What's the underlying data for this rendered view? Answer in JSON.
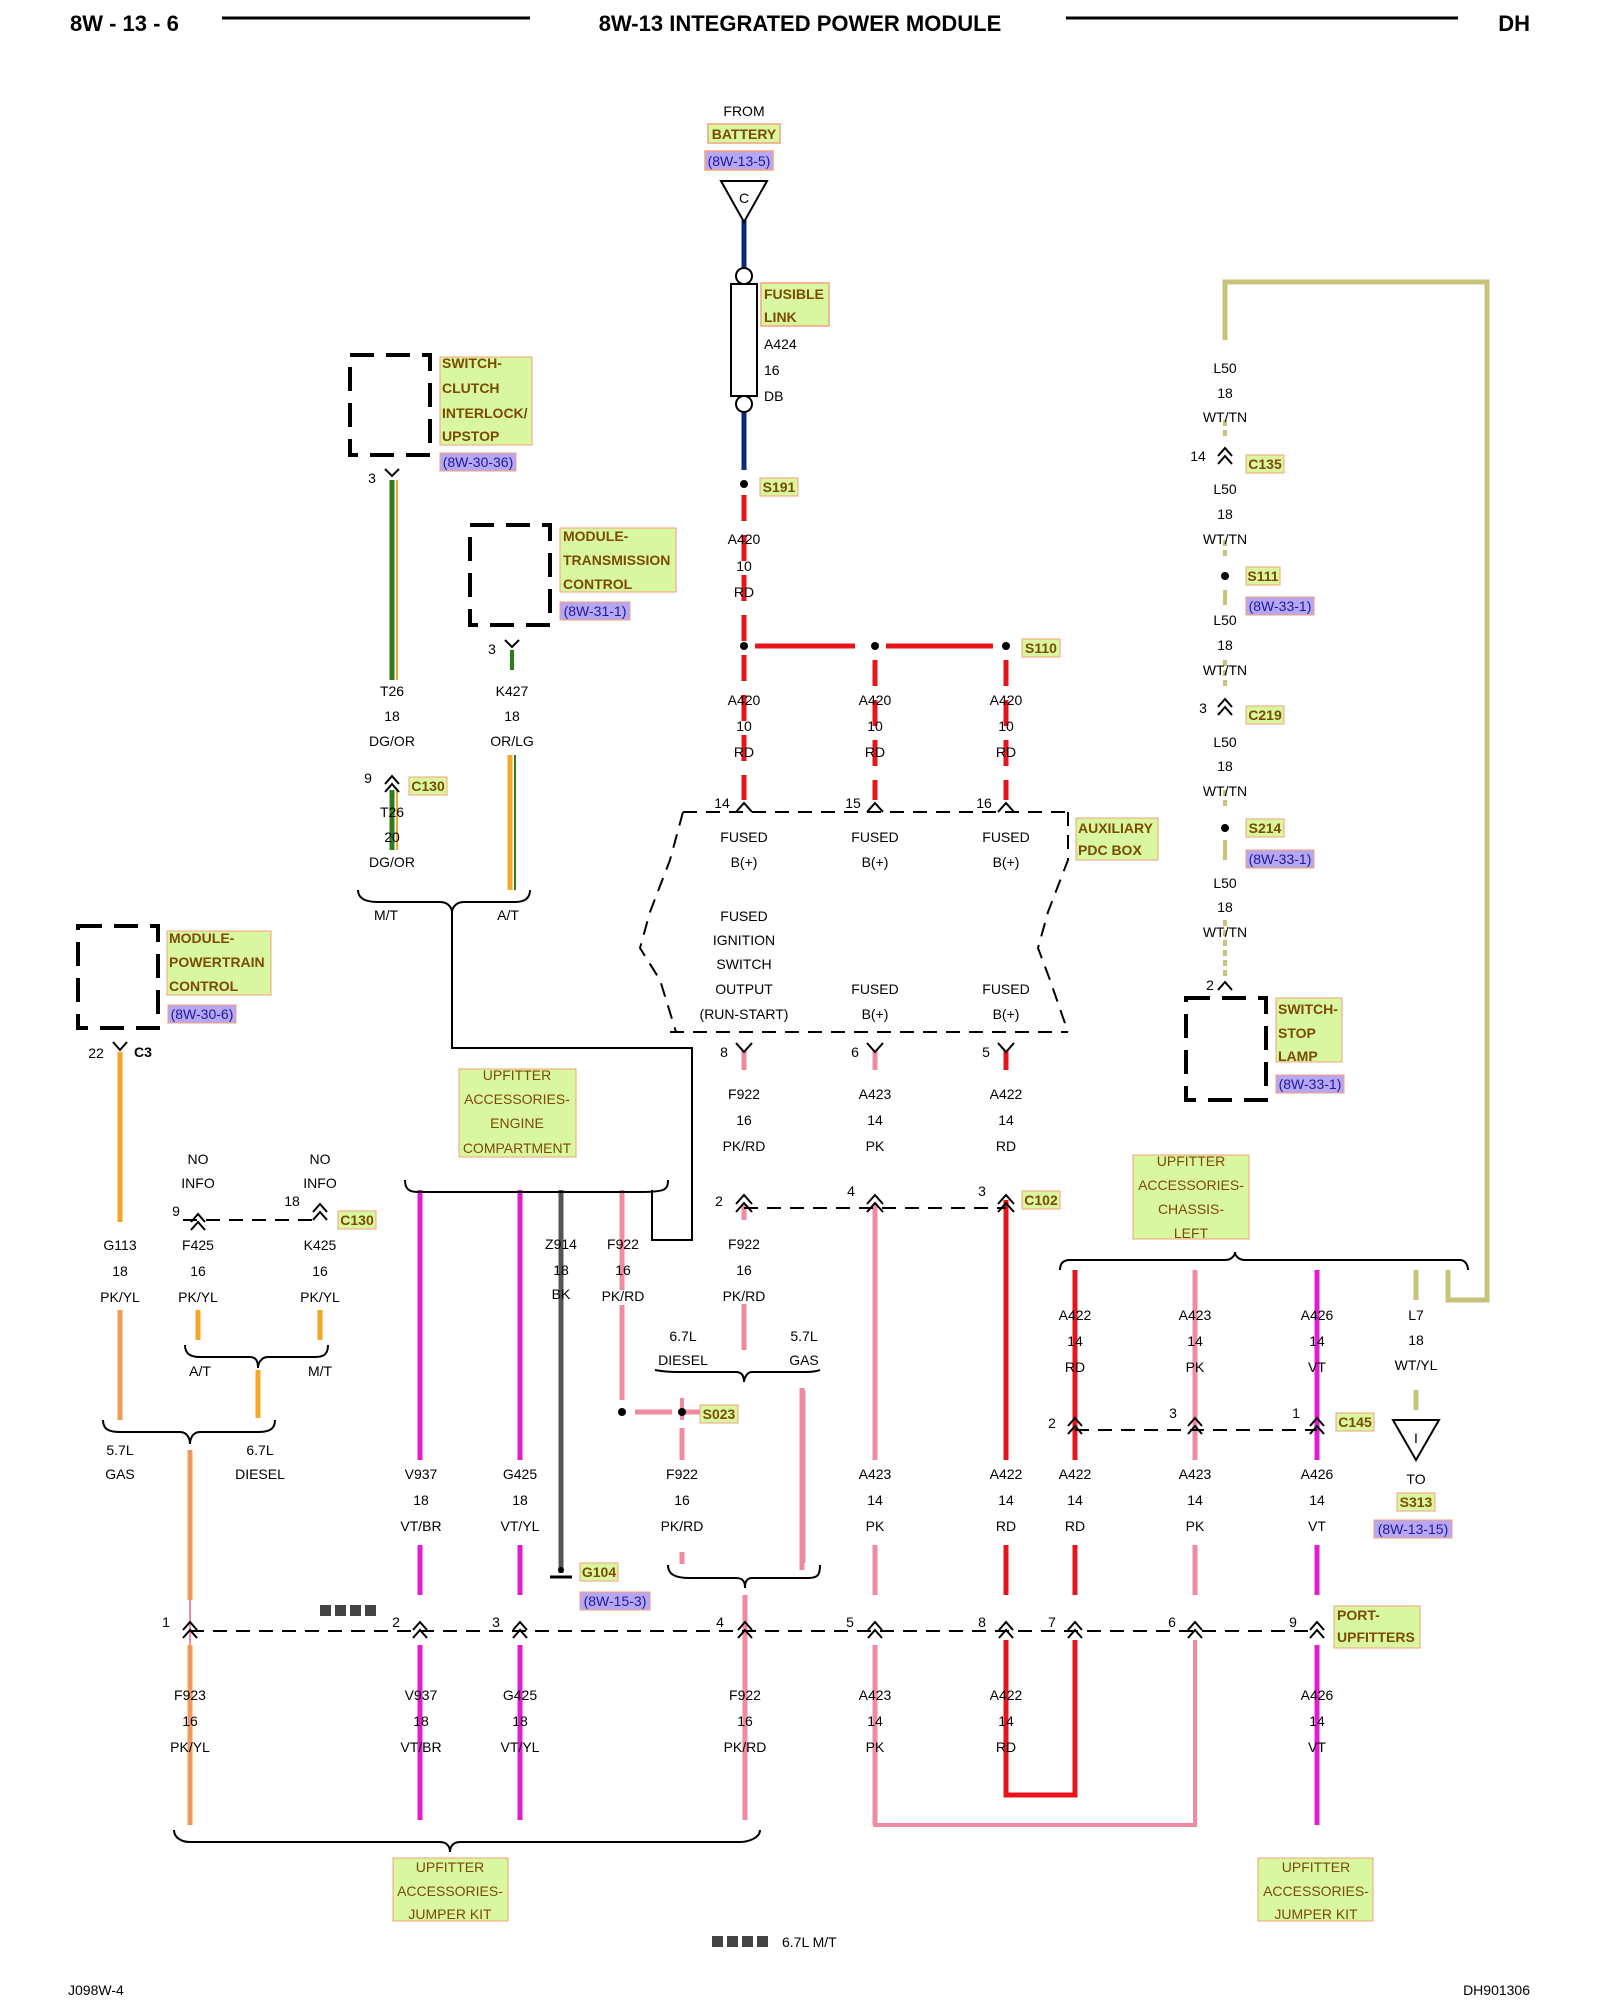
{
  "header": {
    "left": "8W - 13 - 6",
    "center": "8W-13 INTEGRATED POWER MODULE",
    "right": "DH"
  },
  "footer": {
    "left": "J098W-4",
    "right": "DH901306",
    "note_legend": "6.7L M/T"
  },
  "colors": {
    "red": "#e8141c",
    "pink": "#f08aa0",
    "violet": "#e01ed0",
    "navy": "#0a2a78",
    "green": "#2e7d1e",
    "black": "#000000",
    "label_fill": "#d9f7a0",
    "label_border": "#f2a27a",
    "ref_fill": "#b7a6f2"
  },
  "source": {
    "from": "FROM",
    "battery": "BATTERY",
    "ref": "(8W-13-5)",
    "conn": "C"
  },
  "fusible": {
    "name": [
      "FUSIBLE",
      "LINK"
    ],
    "circuit": "A424",
    "gauge": "16",
    "color": "DB"
  },
  "splices": {
    "s191": "S191",
    "s110": "S110",
    "s111": "S111",
    "s214": "S214",
    "s023": "S023",
    "s313": "S313"
  },
  "a420": {
    "circuit": "A420",
    "gauge": "10",
    "color": "RD"
  },
  "pdc": {
    "name": [
      "AUXILIARY",
      "PDC BOX"
    ],
    "pins_top": [
      "14",
      "15",
      "16"
    ],
    "fused": "FUSED",
    "bplus": "B(+)",
    "ign": [
      "FUSED",
      "IGNITION",
      "SWITCH",
      "OUTPUT",
      "(RUN-START)"
    ],
    "pins_bot": [
      "8",
      "6",
      "5"
    ]
  },
  "modules": {
    "clutch": {
      "name": [
        "SWITCH-",
        "CLUTCH",
        "INTERLOCK/",
        "UPSTOP"
      ],
      "ref": "(8W-30-36)",
      "pin": "3"
    },
    "tcm": {
      "name": [
        "MODULE-",
        "TRANSMISSION",
        "CONTROL"
      ],
      "ref": "(8W-31-1)",
      "pin": "3"
    },
    "pcm": {
      "name": [
        "MODULE-",
        "POWERTRAIN",
        "CONTROL"
      ],
      "ref": "(8W-30-6)",
      "pin": "22",
      "conn": "C3"
    },
    "stop": {
      "name": [
        "SWITCH-",
        "STOP",
        "LAMP"
      ],
      "ref": "(8W-33-1)",
      "pin": "2"
    }
  },
  "left_wires": {
    "t26a": {
      "circuit": "T26",
      "gauge": "18",
      "color": "DG/OR"
    },
    "c130_pin": "9",
    "c130": "C130",
    "t26b": {
      "circuit": "T26",
      "gauge": "20",
      "color": "DG/OR"
    },
    "k427": {
      "circuit": "K427",
      "gauge": "18",
      "color": "OR/LG"
    },
    "mt": "M/T",
    "at": "A/T",
    "g113": {
      "circuit": "G113",
      "gauge": "18",
      "color": "PK/YL"
    },
    "f425": {
      "circuit": "F425",
      "gauge": "16",
      "color": "PK/YL"
    },
    "k425": {
      "circuit": "K425",
      "gauge": "16",
      "color": "PK/YL"
    },
    "noinfo": [
      "NO",
      "INFO"
    ],
    "pin9": "9",
    "pin18": "18",
    "at2": "A/T",
    "mt2": "M/T",
    "gas57": [
      "5.7L",
      "GAS"
    ],
    "diesel67": [
      "6.7L",
      "DIESEL"
    ]
  },
  "upfitter_engine": [
    "UPFITTER",
    "ACCESSORIES-",
    "ENGINE",
    "COMPARTMENT"
  ],
  "upfitter_chassis": [
    "UPFITTER",
    "ACCESSORIES-",
    "CHASSIS-",
    "LEFT"
  ],
  "upfitter_jumper": [
    "UPFITTER",
    "ACCESSORIES-",
    "JUMPER KIT"
  ],
  "mid_wires": {
    "f922": {
      "circuit": "F922",
      "gauge": "16",
      "color": "PK/RD"
    },
    "a423": {
      "circuit": "A423",
      "gauge": "14",
      "color": "PK"
    },
    "a422": {
      "circuit": "A422",
      "gauge": "14",
      "color": "RD"
    },
    "c102": "C102",
    "c102_pins": [
      "2",
      "4",
      "3"
    ],
    "z914": {
      "circuit": "Z914",
      "gauge": "18",
      "color": "BK"
    },
    "diesel67": [
      "6.7L",
      "DIESEL"
    ],
    "gas57": [
      "5.7L",
      "GAS"
    ],
    "g104": "G104",
    "g104_ref": "(8W-15-3)",
    "v937": {
      "circuit": "V937",
      "gauge": "18",
      "color": "VT/BR"
    },
    "g425": {
      "circuit": "G425",
      "gauge": "18",
      "color": "VT/YL"
    },
    "f923": {
      "circuit": "F923",
      "gauge": "16",
      "color": "PK/YL"
    },
    "a426": {
      "circuit": "A426",
      "gauge": "14",
      "color": "VT"
    }
  },
  "right_wires": {
    "l50": {
      "circuit": "L50",
      "gauge": "18",
      "color": "WT/TN"
    },
    "c135": "C135",
    "c135_pin": "14",
    "c219": "C219",
    "c219_pin": "3",
    "ref_33": "(8W-33-1)",
    "c145": "C145",
    "c145_pins": [
      "2",
      "3",
      "1"
    ],
    "l7": {
      "circuit": "L7",
      "gauge": "18",
      "color": "WT/YL"
    },
    "to": "TO",
    "s313_ref": "(8W-13-15)",
    "gnd": "I"
  },
  "port": {
    "name": [
      "PORT-",
      "UPFITTERS"
    ],
    "pins": [
      "1",
      "2",
      "3",
      "4",
      "5",
      "8",
      "7",
      "6",
      "9"
    ]
  }
}
